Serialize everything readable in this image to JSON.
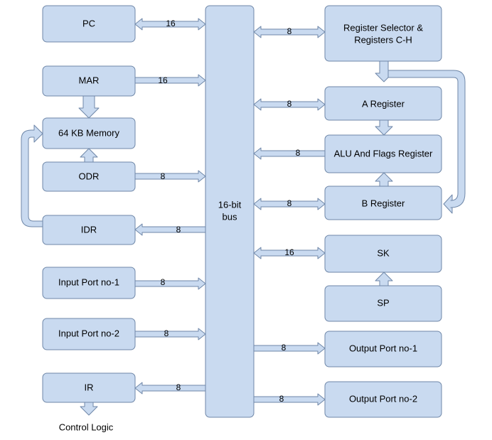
{
  "colors": {
    "fill": "#c9daf0",
    "stroke": "#6f87a8"
  },
  "left": {
    "pc": "PC",
    "mar": "MAR",
    "memory": "64 KB Memory",
    "odr": "ODR",
    "idr": "IDR",
    "input1": "Input Port no-1",
    "input2": "Input Port no-2",
    "ir": "IR",
    "control_logic": "Control Logic"
  },
  "bus": {
    "line1": "16-bit",
    "line2": "bus"
  },
  "right": {
    "reg_sel_line1": "Register Selector &",
    "reg_sel_line2": "Registers C-H",
    "a_reg": "A Register",
    "alu": "ALU And Flags Register",
    "b_reg": "B Register",
    "sk": "SK",
    "sp": "SP",
    "out1": "Output Port no-1",
    "out2": "Output Port no-2"
  },
  "widths": {
    "pc": "16",
    "mar": "16",
    "odr": "8",
    "idr": "8",
    "input1": "8",
    "input2": "8",
    "ir": "8",
    "reg_sel": "8",
    "a_reg": "8",
    "alu": "8",
    "b_reg": "8",
    "sk": "16",
    "out1": "8",
    "out2": "8"
  }
}
